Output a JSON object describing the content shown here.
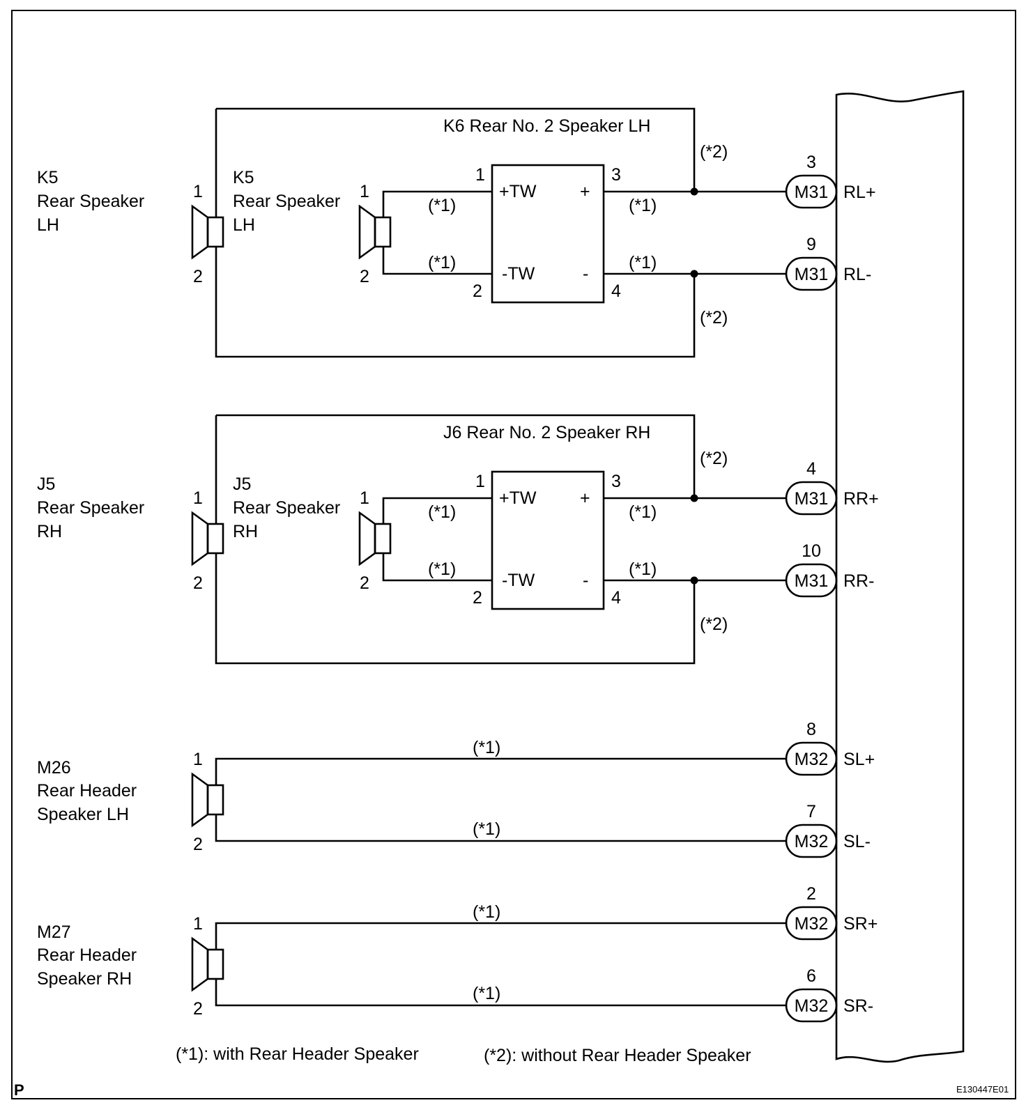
{
  "diagram": {
    "page_marker": "P",
    "figure_id": "E130447E01",
    "legend": {
      "note1": "(*1): with Rear Header Speaker",
      "note2": "(*2): without Rear Header Speaker"
    },
    "rear_speakers": [
      {
        "id": "lh",
        "outer": {
          "code": "K5",
          "line1": "Rear Speaker",
          "line2": "LH",
          "pin1": "1",
          "pin2": "2"
        },
        "inner": {
          "code": "K5",
          "line1": "Rear Speaker",
          "line2": "LH",
          "pin1": "1",
          "pin2": "2"
        },
        "tweeter": {
          "title": "K6 Rear No. 2 Speaker LH",
          "in_pos": "+TW",
          "in_neg": "-TW",
          "out_pos": "+",
          "out_neg": "-",
          "pin_in_pos": "1",
          "pin_in_neg": "2",
          "pin_out_pos": "3",
          "pin_out_neg": "4"
        },
        "wire_in_pos": "(*1)",
        "wire_in_neg": "(*1)",
        "wire_out_pos": "(*1)",
        "wire_out_neg": "(*1)",
        "bypass_top": "(*2)",
        "bypass_bottom": "(*2)",
        "term_pos": {
          "pin": "3",
          "connector": "M31",
          "signal": "RL+"
        },
        "term_neg": {
          "pin": "9",
          "connector": "M31",
          "signal": "RL-"
        }
      },
      {
        "id": "rh",
        "outer": {
          "code": "J5",
          "line1": "Rear Speaker",
          "line2": "RH",
          "pin1": "1",
          "pin2": "2"
        },
        "inner": {
          "code": "J5",
          "line1": "Rear Speaker",
          "line2": "RH",
          "pin1": "1",
          "pin2": "2"
        },
        "tweeter": {
          "title": "J6  Rear No. 2 Speaker RH",
          "in_pos": "+TW",
          "in_neg": "-TW",
          "out_pos": "+",
          "out_neg": "-",
          "pin_in_pos": "1",
          "pin_in_neg": "2",
          "pin_out_pos": "3",
          "pin_out_neg": "4"
        },
        "wire_in_pos": "(*1)",
        "wire_in_neg": "(*1)",
        "wire_out_pos": "(*1)",
        "wire_out_neg": "(*1)",
        "bypass_top": "(*2)",
        "bypass_bottom": "(*2)",
        "term_pos": {
          "pin": "4",
          "connector": "M31",
          "signal": "RR+"
        },
        "term_neg": {
          "pin": "10",
          "connector": "M31",
          "signal": "RR-"
        }
      }
    ],
    "header_speakers": [
      {
        "id": "lh",
        "code": "M26",
        "line1": "Rear Header",
        "line2": "Speaker LH",
        "pin1": "1",
        "pin2": "2",
        "wire_pos": "(*1)",
        "wire_neg": "(*1)",
        "term_pos": {
          "pin": "8",
          "connector": "M32",
          "signal": "SL+"
        },
        "term_neg": {
          "pin": "7",
          "connector": "M32",
          "signal": "SL-"
        }
      },
      {
        "id": "rh",
        "code": "M27",
        "line1": "Rear Header",
        "line2": "Speaker RH",
        "pin1": "1",
        "pin2": "2",
        "wire_pos": "(*1)",
        "wire_neg": "(*1)",
        "term_pos": {
          "pin": "2",
          "connector": "M32",
          "signal": "SR+"
        },
        "term_neg": {
          "pin": "6",
          "connector": "M32",
          "signal": "SR-"
        }
      }
    ]
  }
}
